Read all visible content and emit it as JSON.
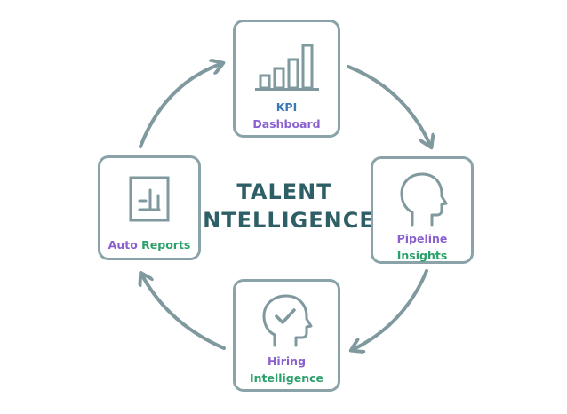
{
  "center": {
    "line1": "TALENT",
    "line2": "INTELLIGENCE"
  },
  "nodes": {
    "kpi": {
      "line1": "KPI",
      "line2": "Dashboard",
      "icon": "bar-chart-icon"
    },
    "pipeline": {
      "line1": "Pipeline",
      "line2": "Insights",
      "icon": "head-profile-icon"
    },
    "hiring": {
      "line1": "Hiring",
      "line2": "Intelligence",
      "icon": "head-check-icon"
    },
    "reports": {
      "line1": "Auto Reports",
      "icon": "report-document-icon"
    }
  },
  "colors": {
    "border": "#8aa3a8",
    "arrow": "#7f999e",
    "title": "#2f5f66",
    "label_blue": "#3a78b8",
    "label_purple": "#8a5fd0",
    "label_green": "#2aa06a"
  }
}
